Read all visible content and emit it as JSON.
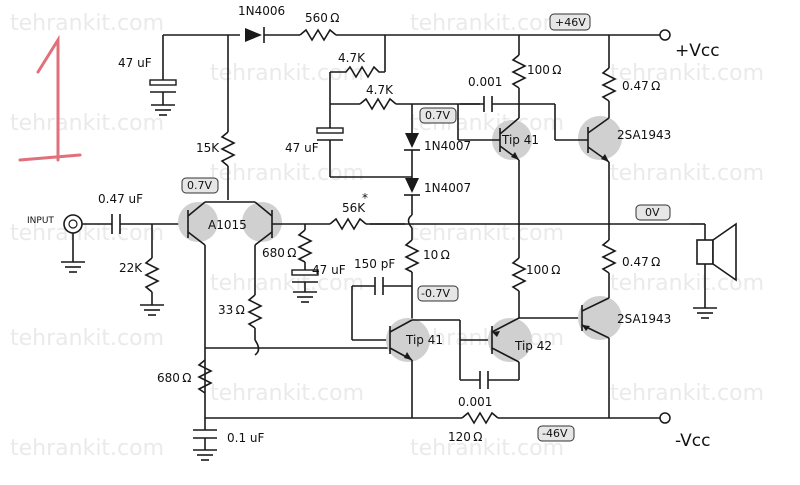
{
  "watermark": "tehrankit.com",
  "supply": {
    "pos_label": "+Vcc",
    "neg_label": "-Vcc",
    "pos_voltage": "+46V",
    "neg_voltage": "-46V",
    "out_voltage": "0V"
  },
  "input_label": "INPUT",
  "badges": {
    "q1_bias": "0.7V",
    "tip41_top_bias": "0.7V",
    "tip41_bottom_bias": "-0.7V"
  },
  "components": {
    "d_top": "1N4006",
    "r_560": "560 Ω",
    "c_47_top": "47 uF",
    "r_4k7_a": "4.7K",
    "r_4k7_b": "4.7K",
    "c_0001_top": "0.001",
    "r_100_top": "100 Ω",
    "r_047_top": "0.47 Ω",
    "q_tip41_top": "Tip 41",
    "q_2sa_top": "2SA1943",
    "d_1n4007_a": "1N4007",
    "d_1n4007_b": "1N4007",
    "r_15k": "15K",
    "c_47_mid": "47 uF",
    "c_047_in": "0.47 uF",
    "q_a1015": "A1015",
    "r_56k": "56K",
    "r_56k_mark": "*",
    "r_22k": "22K",
    "r_680_mid": "680 Ω",
    "c_47_low": "47 uF",
    "c_150p": "150 pF",
    "r_10": "10 Ω",
    "r_100_bot": "100 Ω",
    "r_047_bot": "0.47 Ω",
    "r_33": "33 Ω",
    "q_tip41_bot": "Tip 41",
    "q_tip42": "Tip 42",
    "q_2sa_bot": "2SA1943",
    "r_680_bot": "680 Ω",
    "c_0001_bot": "0.001",
    "c_01": "0.1 uF",
    "r_120": "120 Ω"
  }
}
